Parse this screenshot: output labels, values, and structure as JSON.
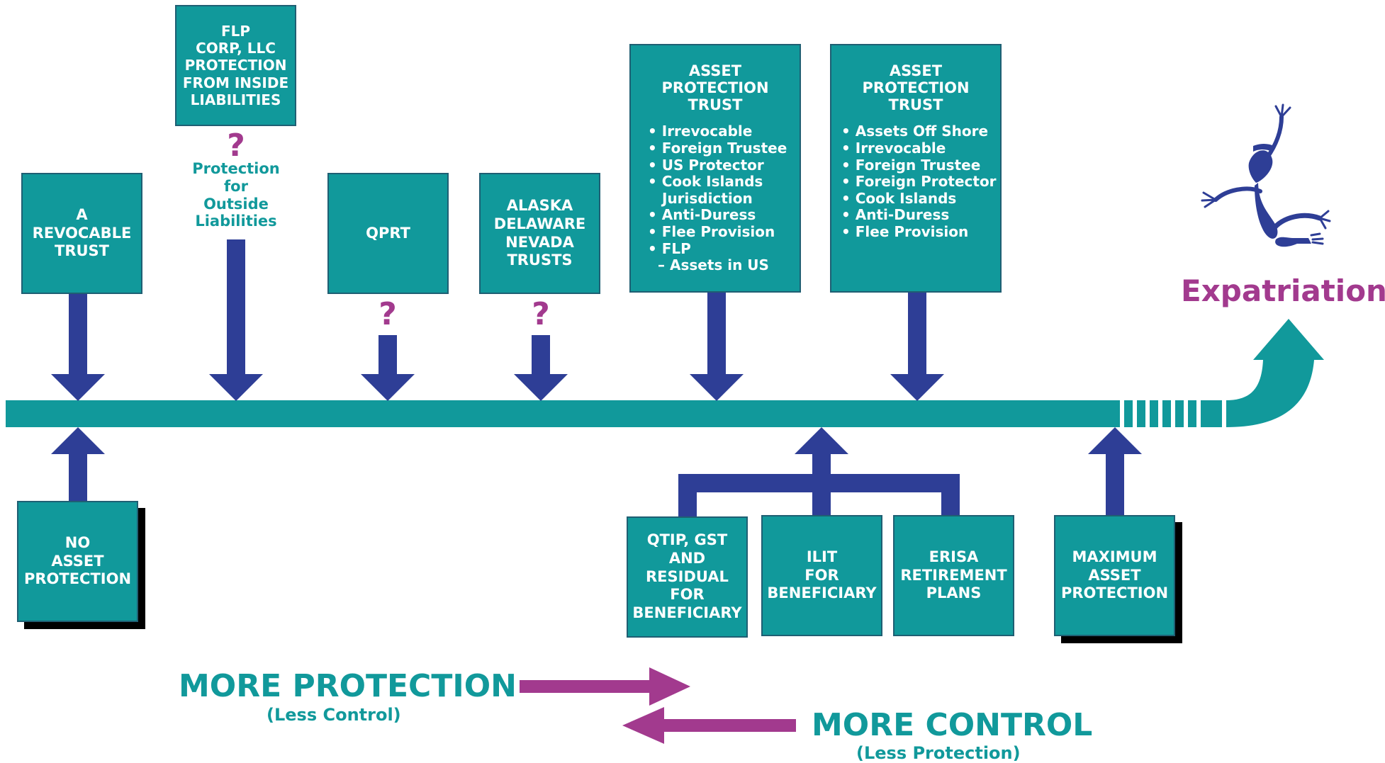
{
  "colors": {
    "teal": "#11999b",
    "navy": "#2e3e96",
    "magenta": "#a23a8e",
    "shadow": "#000000"
  },
  "boxes": {
    "flp": [
      "FLP",
      "CORP, LLC",
      "PROTECTION",
      "FROM INSIDE",
      "LIABILITIES"
    ],
    "revocable": [
      "A",
      "REVOCABLE",
      "TRUST"
    ],
    "qprt": [
      "QPRT"
    ],
    "alaska": [
      "ALASKA",
      "DELAWARE",
      "NEVADA",
      "TRUSTS"
    ],
    "apt1": {
      "title": [
        "ASSET",
        "PROTECTION",
        "TRUST"
      ],
      "items": [
        "• Irrevocable",
        "• Foreign Trustee",
        "• US Protector",
        "• Cook Islands",
        "Jurisdiction",
        "• Anti-Duress",
        "• Flee Provision",
        "• FLP",
        "– Assets in US"
      ]
    },
    "apt2": {
      "title": [
        "ASSET",
        "PROTECTION",
        "TRUST"
      ],
      "items": [
        "• Assets Off Shore",
        "• Irrevocable",
        "• Foreign Trustee",
        "• Foreign Protector",
        "• Cook Islands",
        "• Anti-Duress",
        "• Flee Provision"
      ]
    },
    "no_asset": [
      "NO",
      "ASSET",
      "PROTECTION"
    ],
    "qtip": [
      "QTIP, GST",
      "AND",
      "RESIDUAL",
      "FOR",
      "BENEFICIARY"
    ],
    "ilit": [
      "ILIT",
      "FOR",
      "BENEFICIARY"
    ],
    "erisa": [
      "ERISA",
      "RETIREMENT",
      "PLANS"
    ],
    "maximum": [
      "MAXIMUM",
      "ASSET",
      "PROTECTION"
    ]
  },
  "question_mark": "?",
  "outside_note": [
    "Protection",
    "for",
    "Outside",
    "Liabilities"
  ],
  "expatriation": "Expatriation",
  "more_protection": "MORE PROTECTION",
  "less_control": "(Less Control)",
  "more_control": "MORE CONTROL",
  "less_protection": "(Less Protection)"
}
